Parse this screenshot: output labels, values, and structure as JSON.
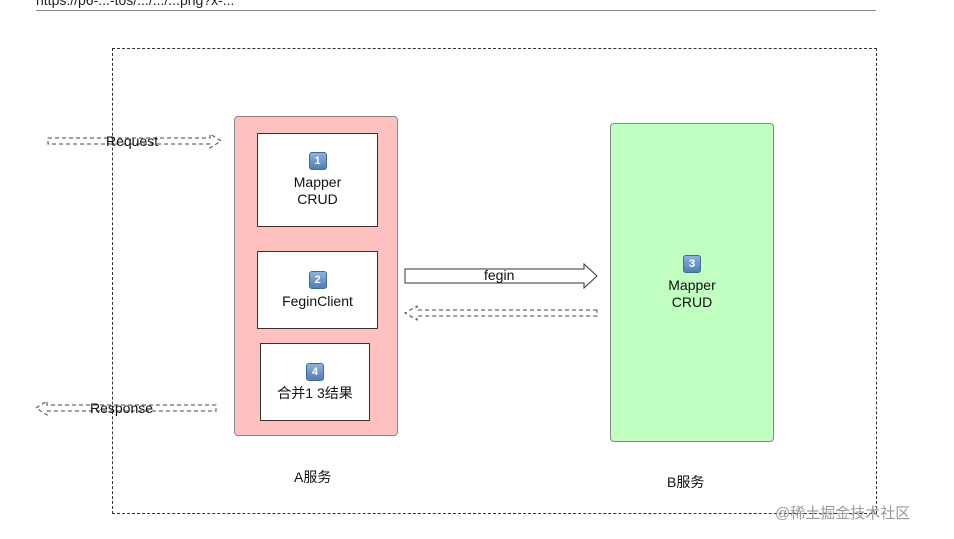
{
  "header": {
    "url_fragment": "https://p6-...-tos/.../.../...png?x-..."
  },
  "service_a": {
    "label": "A服务",
    "steps": [
      {
        "number": "1",
        "line1": "Mapper",
        "line2": "CRUD"
      },
      {
        "number": "2",
        "line1": "FeginClient",
        "line2": ""
      },
      {
        "number": "4",
        "line1": "合并1 3结果",
        "line2": ""
      }
    ]
  },
  "service_b": {
    "label": "B服务",
    "step": {
      "number": "3",
      "line1": "Mapper",
      "line2": "CRUD"
    }
  },
  "arrows": {
    "request": "Request",
    "response": "Response",
    "fegin": "fegin"
  },
  "watermark": "@稀土掘金技术社区",
  "colors": {
    "service_a_fill": "#ffc0c0",
    "service_b_fill": "#c0ffc0",
    "badge": "#5b8ac0"
  }
}
